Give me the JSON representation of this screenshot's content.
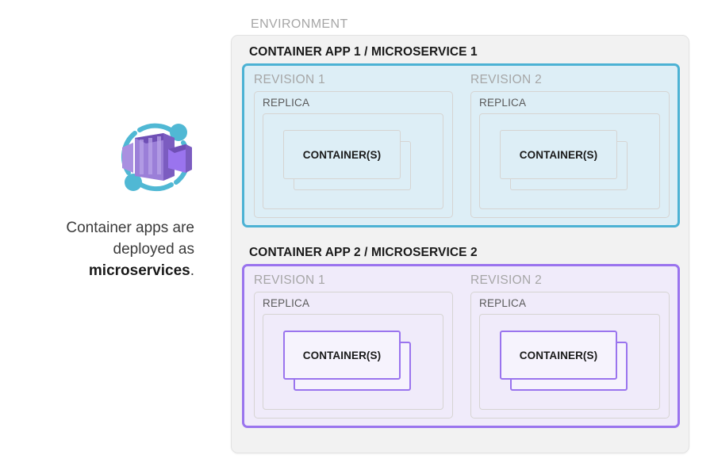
{
  "caption": {
    "line1": "Container apps are",
    "line2": "deployed as",
    "emphasis": "microservices",
    "period": "."
  },
  "icon": {
    "name": "azure-container-apps-icon",
    "ring_color": "#50b8d4",
    "cube_color": "#8661c5",
    "cube_light": "#a98fe0"
  },
  "environment": {
    "label": "ENVIRONMENT",
    "background": "#f2f2f2",
    "border": "#e2e2e2",
    "apps": [
      {
        "title": "CONTAINER APP 1 / MICROSERVICE 1",
        "accent": "#4cb2d4",
        "panel_background": "#ddeef6",
        "revisions": [
          {
            "label": "REVISION 1",
            "replica_label": "REPLICA",
            "container_label": "CONTAINER(S)"
          },
          {
            "label": "REVISION 2",
            "replica_label": "REPLICA",
            "container_label": "CONTAINER(S)"
          }
        ]
      },
      {
        "title": "CONTAINER APP 2 / MICROSERVICE 2",
        "accent": "#9a74ee",
        "panel_background": "#f0ebfa",
        "revisions": [
          {
            "label": "REVISION 1",
            "replica_label": "REPLICA",
            "container_label": "CONTAINER(S)"
          },
          {
            "label": "REVISION 2",
            "replica_label": "REPLICA",
            "container_label": "CONTAINER(S)"
          }
        ]
      }
    ]
  }
}
